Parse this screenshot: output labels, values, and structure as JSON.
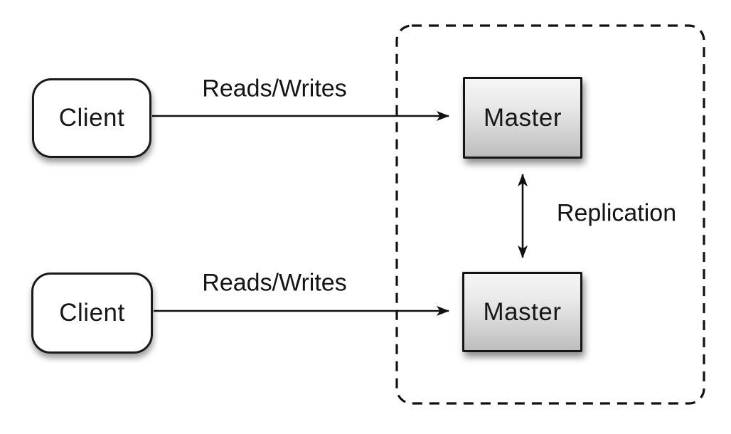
{
  "diagram": {
    "type": "architecture-diagram",
    "clients": [
      {
        "label": "Client"
      },
      {
        "label": "Client"
      }
    ],
    "masters": [
      {
        "label": "Master"
      },
      {
        "label": "Master"
      }
    ],
    "edges": [
      {
        "label": "Reads/Writes",
        "from": "client-top",
        "to": "master-top",
        "bidirectional": false
      },
      {
        "label": "Reads/Writes",
        "from": "client-bottom",
        "to": "master-bottom",
        "bidirectional": false
      },
      {
        "label": "Replication",
        "from": "master-top",
        "to": "master-bottom",
        "bidirectional": true
      }
    ],
    "container": {
      "style": "dashed-rounded-rect",
      "contains": [
        "master-top",
        "master-bottom"
      ]
    },
    "colors": {
      "background": "#ffffff",
      "line": "#111111",
      "client_fill": "#ffffff",
      "master_gradient_top": "#f6f6f6",
      "master_gradient_bottom": "#bdbdbd",
      "text": "#151515"
    }
  }
}
